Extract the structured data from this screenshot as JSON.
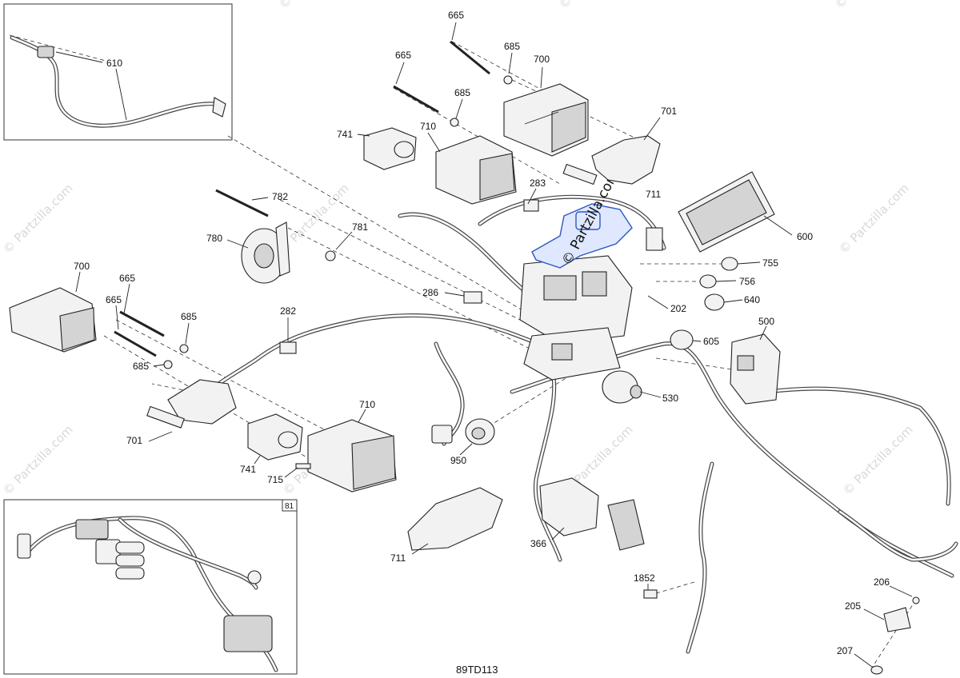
{
  "diagram": {
    "code": "89TD113",
    "inset_label": "81",
    "watermark": "© Partzilla.com",
    "highlight_color": "#2b59c3",
    "parts": [
      {
        "id": "p610",
        "text": "610"
      },
      {
        "id": "p665a",
        "text": "665"
      },
      {
        "id": "p665b",
        "text": "665"
      },
      {
        "id": "p685a",
        "text": "685"
      },
      {
        "id": "p685b",
        "text": "685"
      },
      {
        "id": "p700a",
        "text": "700"
      },
      {
        "id": "p701a",
        "text": "701"
      },
      {
        "id": "p741a",
        "text": "741"
      },
      {
        "id": "p710a",
        "text": "710"
      },
      {
        "id": "p711a",
        "text": "711"
      },
      {
        "id": "p283",
        "text": "283"
      },
      {
        "id": "p782",
        "text": "782"
      },
      {
        "id": "p781",
        "text": "781"
      },
      {
        "id": "p780",
        "text": "780"
      },
      {
        "id": "p600",
        "text": "600"
      },
      {
        "id": "p755",
        "text": "755"
      },
      {
        "id": "p756",
        "text": "756"
      },
      {
        "id": "p640",
        "text": "640"
      },
      {
        "id": "p202",
        "text": "202"
      },
      {
        "id": "p286",
        "text": "286"
      },
      {
        "id": "p700b",
        "text": "700"
      },
      {
        "id": "p665c",
        "text": "665"
      },
      {
        "id": "p665d",
        "text": "665"
      },
      {
        "id": "p685c",
        "text": "685"
      },
      {
        "id": "p685d",
        "text": "685"
      },
      {
        "id": "p282",
        "text": "282"
      },
      {
        "id": "p605",
        "text": "605"
      },
      {
        "id": "p500",
        "text": "500"
      },
      {
        "id": "p530",
        "text": "530"
      },
      {
        "id": "p710b",
        "text": "710"
      },
      {
        "id": "p701b",
        "text": "701"
      },
      {
        "id": "p741b",
        "text": "741"
      },
      {
        "id": "p715",
        "text": "715"
      },
      {
        "id": "p950",
        "text": "950"
      },
      {
        "id": "p711b",
        "text": "711"
      },
      {
        "id": "p366",
        "text": "366"
      },
      {
        "id": "p1852",
        "text": "1852"
      },
      {
        "id": "p206",
        "text": "206"
      },
      {
        "id": "p205",
        "text": "205"
      },
      {
        "id": "p207",
        "text": "207"
      }
    ]
  }
}
